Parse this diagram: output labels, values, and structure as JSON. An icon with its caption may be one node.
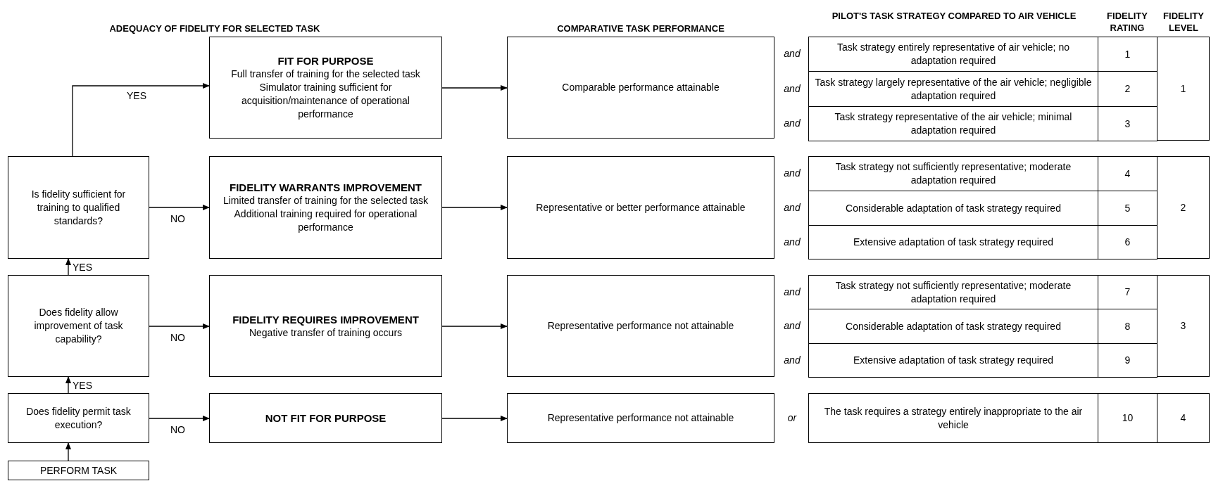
{
  "diagram": {
    "nodes": [
      {
        "text": [
          "FIT FOR PURPOSE",
          "Full transfer of training for the selected task",
          "Simulator training sufficient for acquisition/maintenance of operational performance"
        ]
      },
      {
        "text": [
          "Comparable performance attainable"
        ]
      },
      {
        "text": [
          "Task strategy entirely representative of air vehicle; no adaptation required"
        ]
      },
      {
        "text": [
          "1"
        ]
      },
      {
        "text": [
          "1"
        ]
      },
      {
        "text": [
          "Task strategy largely representative of the air vehicle; negligible adaptation required"
        ]
      },
      {
        "text": [
          "2"
        ]
      },
      {
        "text": [
          "Task strategy representative of the air vehicle; minimal adaptation required"
        ]
      },
      {
        "text": [
          "3"
        ]
      },
      {
        "text": [
          "Is fidelity sufficient for training to qualified standards?"
        ]
      },
      {
        "text": [
          "FIDELITY WARRANTS IMPROVEMENT",
          "Limited transfer of training for the selected task",
          "Additional training required for operational performance"
        ]
      },
      {
        "text": [
          "Representative or better performance attainable"
        ]
      },
      {
        "text": [
          "Task strategy not sufficiently representative; moderate adaptation required"
        ]
      },
      {
        "text": [
          "4"
        ]
      },
      {
        "text": [
          "2"
        ]
      },
      {
        "text": [
          "Considerable adaptation of task strategy required"
        ]
      },
      {
        "text": [
          "5"
        ]
      },
      {
        "text": [
          "Extensive adaptation of task strategy required"
        ]
      },
      {
        "text": [
          "6"
        ]
      },
      {
        "text": [
          "Does fidelity allow improvement of task capability?"
        ]
      },
      {
        "text": [
          "FIDELITY REQUIRES IMPROVEMENT",
          "Negative transfer of training occurs"
        ]
      },
      {
        "text": [
          "Representative performance not attainable"
        ]
      },
      {
        "text": [
          "Task strategy not sufficiently representative; moderate adaptation required"
        ]
      },
      {
        "text": [
          "7"
        ]
      },
      {
        "text": [
          "3"
        ]
      },
      {
        "text": [
          "Considerable adaptation of task strategy required"
        ]
      },
      {
        "text": [
          "8"
        ]
      },
      {
        "text": [
          "Extensive adaptation of task strategy required"
        ]
      },
      {
        "text": [
          "9"
        ]
      },
      {
        "text": [
          "Does fidelity permit task execution?"
        ]
      },
      {
        "text": [
          "NOT FIT FOR PURPOSE"
        ]
      },
      {
        "text": [
          "Representative performance not attainable"
        ]
      },
      {
        "text": [
          "The task requires a strategy entirely inappropriate to the air vehicle"
        ]
      },
      {
        "text": [
          "10"
        ]
      },
      {
        "text": [
          "4"
        ]
      },
      {
        "text": [
          "PERFORM TASK"
        ]
      }
    ],
    "edges": [
      {
        "from": 35,
        "to": 29,
        "arrow": "to"
      },
      {
        "from": 29,
        "to": 19,
        "arrow": "to",
        "label": "YES"
      },
      {
        "from": 19,
        "to": 9,
        "arrow": "to",
        "label": "YES"
      },
      {
        "from": 9,
        "to": 0,
        "arrow": "to",
        "label": "YES"
      },
      {
        "from": 9,
        "to": 10,
        "arrow": "to",
        "label": "NO"
      },
      {
        "from": 19,
        "to": 20,
        "arrow": "to",
        "label": "NO"
      },
      {
        "from": 29,
        "to": 30,
        "arrow": "to",
        "label": "NO"
      },
      {
        "from": 0,
        "to": 1,
        "arrow": "to"
      },
      {
        "from": 10,
        "to": 11,
        "arrow": "to"
      },
      {
        "from": 20,
        "to": 21,
        "arrow": "to"
      },
      {
        "from": 30,
        "to": 31,
        "arrow": "to"
      }
    ],
    "labels": [
      "ADEQUACY OF FIDELITY FOR SELECTED TASK",
      "COMPARATIVE TASK PERFORMANCE",
      "PILOT'S TASK STRATEGY COMPARED TO AIR VEHICLE",
      "FIDELITY RATING",
      "FIDELITY LEVEL",
      "and",
      "and",
      "and",
      "and",
      "and",
      "and",
      "and",
      "and",
      "and",
      "or"
    ]
  }
}
